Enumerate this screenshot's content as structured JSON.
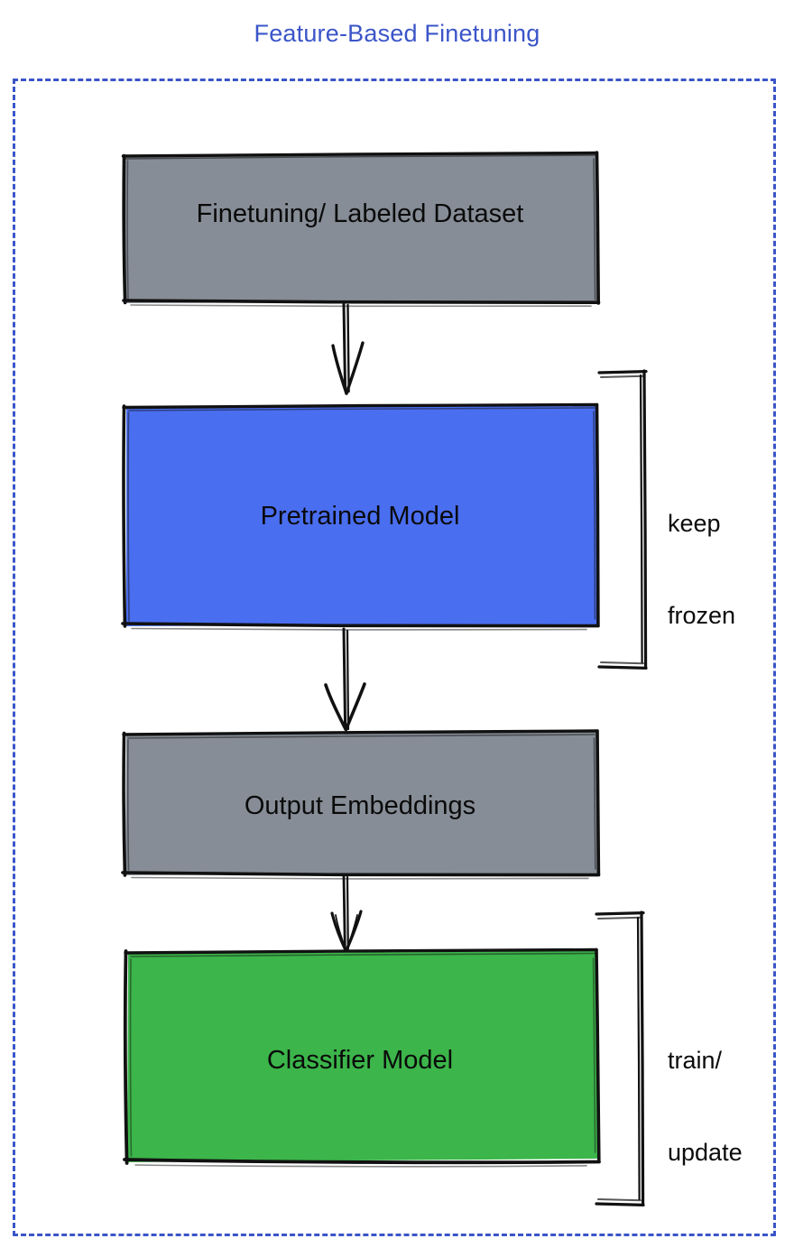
{
  "diagram": {
    "title": "Feature-Based Finetuning",
    "title_color": "#3b55c8",
    "frame": {
      "style": "dashed",
      "color": "#3b55c8"
    },
    "nodes": [
      {
        "id": "dataset",
        "label": "Finetuning/ Labeled Dataset",
        "fill": "#868d96",
        "shape": "rectangle",
        "stroke": "#111111"
      },
      {
        "id": "pretrained",
        "label": "Pretrained Model",
        "fill": "#4a6ef0",
        "shape": "rectangle",
        "stroke": "#111111"
      },
      {
        "id": "embeddings",
        "label": "Output Embeddings",
        "fill": "#868d96",
        "shape": "rectangle",
        "stroke": "#111111"
      },
      {
        "id": "classifier",
        "label": "Classifier Model",
        "fill": "#3cb54a",
        "shape": "rectangle",
        "stroke": "#111111"
      }
    ],
    "edges": [
      {
        "id": "edge-dataset-pretrained",
        "from": "dataset",
        "to": "pretrained",
        "arrow": "down"
      },
      {
        "id": "edge-pretrained-embeddings",
        "from": "pretrained",
        "to": "embeddings",
        "arrow": "down"
      },
      {
        "id": "edge-embeddings-classifier",
        "from": "embeddings",
        "to": "classifier",
        "arrow": "down"
      }
    ],
    "annotations": [
      {
        "id": "keep-frozen",
        "text": "keep\nfrozen",
        "line1": "keep",
        "line2": "frozen",
        "bracket_targets": [
          "pretrained"
        ]
      },
      {
        "id": "train-update",
        "text": "train/\nupdate",
        "line1": "train/",
        "line2": "update",
        "bracket_targets": [
          "classifier"
        ]
      }
    ]
  }
}
